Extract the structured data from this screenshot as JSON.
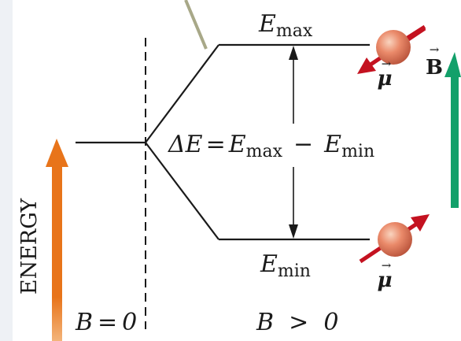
{
  "energy_axis_label": "ENERGY",
  "e_max": {
    "symbol": "E",
    "subscript": "max"
  },
  "e_min": {
    "symbol": "E",
    "subscript": "min"
  },
  "delta_e": {
    "lhs": "ΔE",
    "equals": "=",
    "term1_symbol": "E",
    "term1_sub": "max",
    "minus": "−",
    "term2_symbol": "E",
    "term2_sub": "min"
  },
  "b_field_symbol": "B",
  "mu_symbol": "μ",
  "vector_arrow": "→",
  "condition_zero": "B = 0",
  "condition_positive": "B  >  0",
  "colors": {
    "energy_arrow": "#e8741a",
    "b_arrow": "#13a06a",
    "moment_arrow": "#c41220",
    "sphere_light": "#f7c2a6",
    "sphere_mid": "#ea8a6a",
    "sphere_dark": "#b8523a",
    "pointer_line": "#a8a888",
    "stripe": "#eef1f5"
  }
}
